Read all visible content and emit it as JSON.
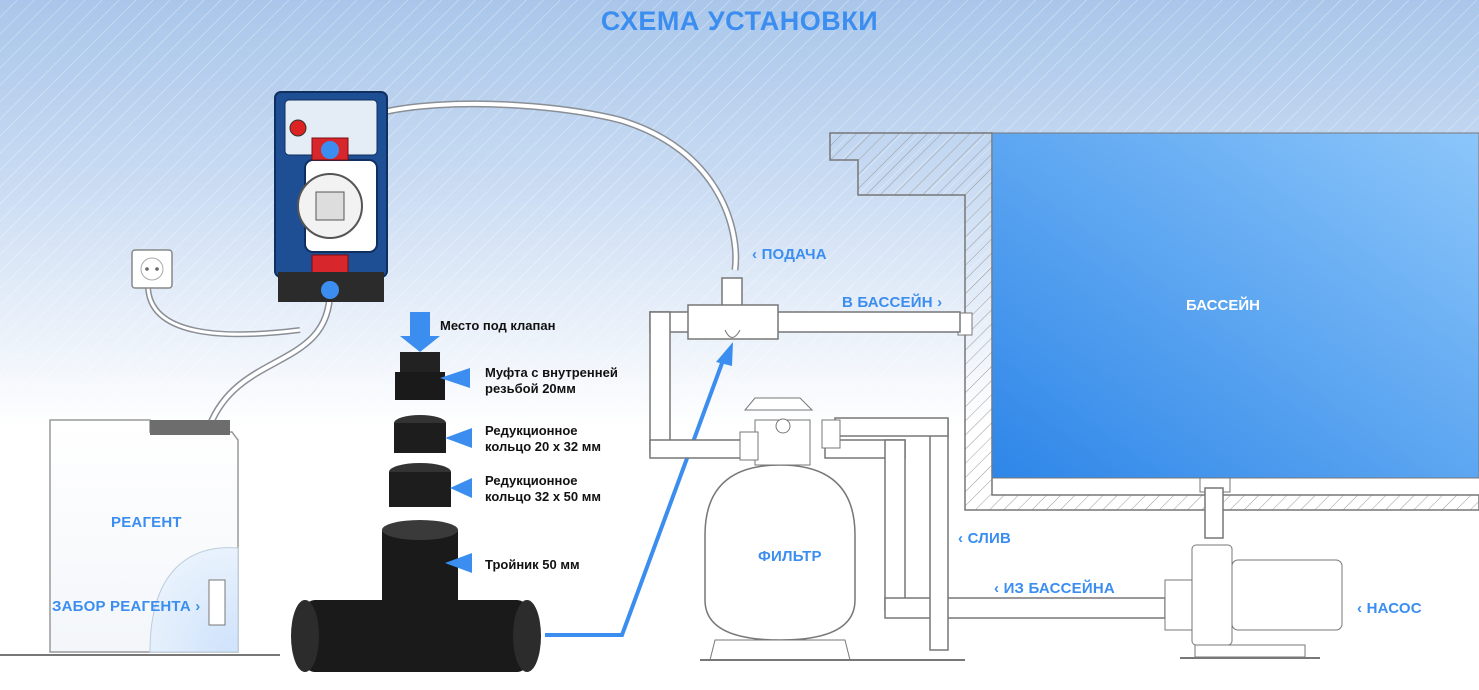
{
  "title": "СХЕМА УСТАНОВКИ",
  "labels": {
    "supply": "ПОДАЧА",
    "to_pool": "В БАССЕЙН",
    "pool": "БАССЕЙН",
    "drain": "СЛИВ",
    "from_pool": "ИЗ БАССЕЙНА",
    "pump": "НАСОС",
    "filter": "ФИЛЬТР",
    "reagent": "РЕАГЕНТ",
    "reagent_intake": "ЗАБОР РЕАГЕНТА"
  },
  "arrows": {
    "left": "‹",
    "right": "›"
  },
  "parts": {
    "valve_place": "Место под клапан",
    "coupling_line1": "Муфта с внутренней",
    "coupling_line2": "резьбой 20мм",
    "reducer1_line1": "Редукционное",
    "reducer1_line2": "кольцо 20 х 32 мм",
    "reducer2_line1": "Редукционное",
    "reducer2_line2": "кольцо 32 х 50 мм",
    "tee": "Тройник 50 мм"
  },
  "colors": {
    "accent": "#3b8ef0",
    "pump_body": "#1e4f94",
    "fitting": "#1e1e1e",
    "pool_water": "#4a9ff0"
  }
}
